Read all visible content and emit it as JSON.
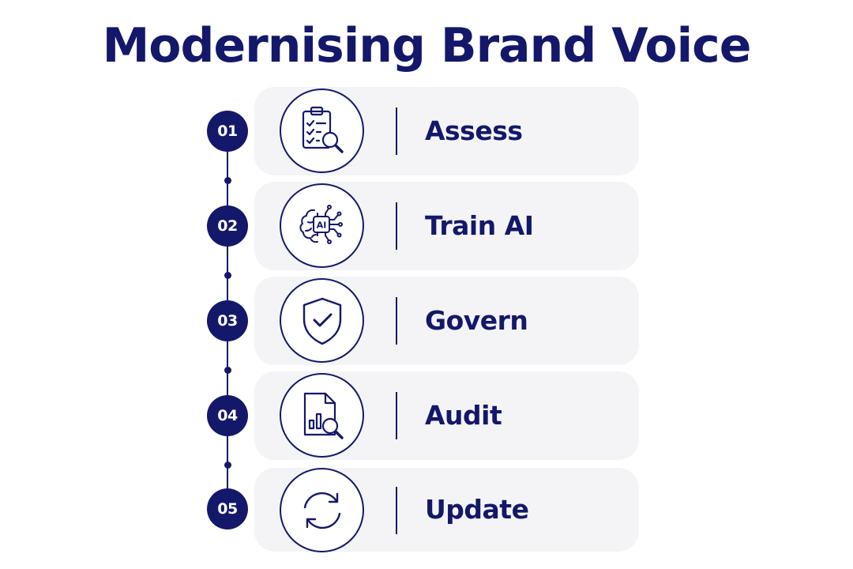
{
  "title": "Modernising Brand Voice",
  "accent_color": "#14186a",
  "card_color": "#f4f4f6",
  "steps": [
    {
      "number": "01",
      "label": "Assess",
      "icon": "clipboard-search-icon"
    },
    {
      "number": "02",
      "label": "Train AI",
      "icon": "ai-brain-icon",
      "icon_text": "AI"
    },
    {
      "number": "03",
      "label": "Govern",
      "icon": "shield-check-icon"
    },
    {
      "number": "04",
      "label": "Audit",
      "icon": "report-search-icon"
    },
    {
      "number": "05",
      "label": "Update",
      "icon": "refresh-icon"
    }
  ]
}
